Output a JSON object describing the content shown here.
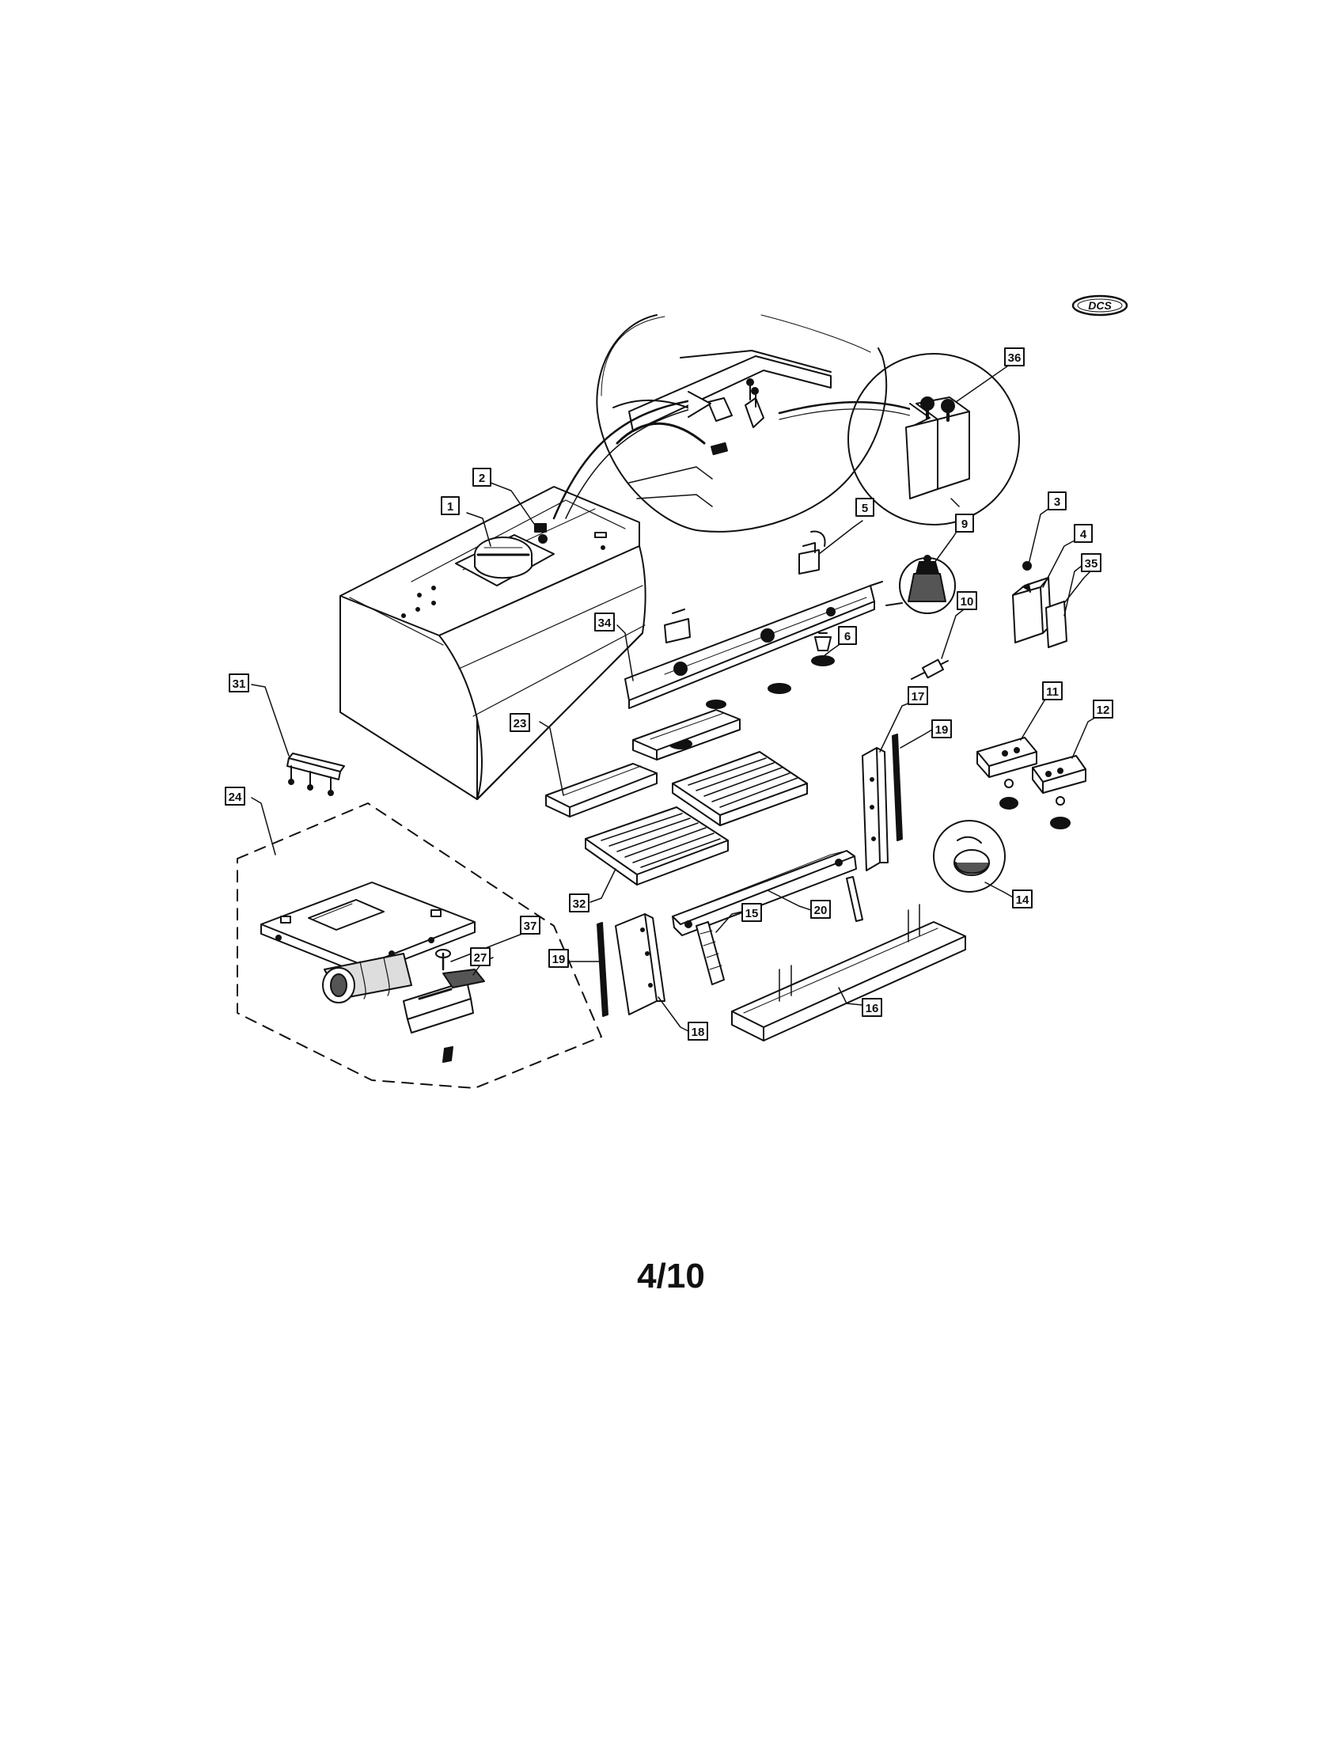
{
  "brand_logo": {
    "text": "DCS"
  },
  "callouts": [
    {
      "id": "c1",
      "label": "1"
    },
    {
      "id": "c2",
      "label": "2"
    },
    {
      "id": "c3",
      "label": "3"
    },
    {
      "id": "c4",
      "label": "4"
    },
    {
      "id": "c5",
      "label": "5"
    },
    {
      "id": "c6",
      "label": "6"
    },
    {
      "id": "c9",
      "label": "9"
    },
    {
      "id": "c10",
      "label": "10"
    },
    {
      "id": "c11",
      "label": "11"
    },
    {
      "id": "c12",
      "label": "12"
    },
    {
      "id": "c14",
      "label": "14"
    },
    {
      "id": "c15",
      "label": "15"
    },
    {
      "id": "c16",
      "label": "16"
    },
    {
      "id": "c17",
      "label": "17"
    },
    {
      "id": "c18",
      "label": "18"
    },
    {
      "id": "c19a",
      "label": "19"
    },
    {
      "id": "c19b",
      "label": "19"
    },
    {
      "id": "c20",
      "label": "20"
    },
    {
      "id": "c23",
      "label": "23"
    },
    {
      "id": "c24",
      "label": "24"
    },
    {
      "id": "c27",
      "label": "27"
    },
    {
      "id": "c31",
      "label": "31"
    },
    {
      "id": "c32",
      "label": "32"
    },
    {
      "id": "c34",
      "label": "34"
    },
    {
      "id": "c35",
      "label": "35"
    },
    {
      "id": "c36",
      "label": "36"
    },
    {
      "id": "c37",
      "label": "37"
    }
  ],
  "page_number": "4/10"
}
